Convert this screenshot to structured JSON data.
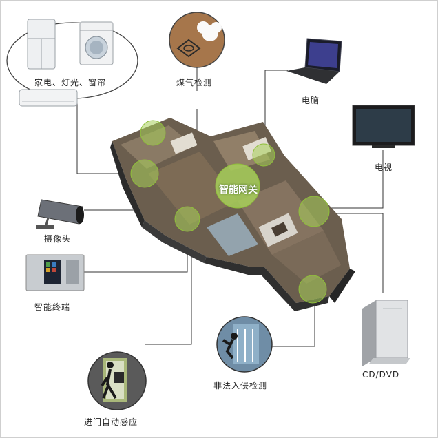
{
  "gateway": {
    "label": "智能网关",
    "color": "#a7cf5a"
  },
  "devices": {
    "appliances": "家电、灯光、窗帘",
    "gas": "煤气检测",
    "computer": "电脑",
    "tv": "电视",
    "camera": "摄像头",
    "terminal": "智能终端",
    "dvd": "CD/DVD",
    "intrusion": "非法入侵检测",
    "door": "进门自动感应"
  }
}
